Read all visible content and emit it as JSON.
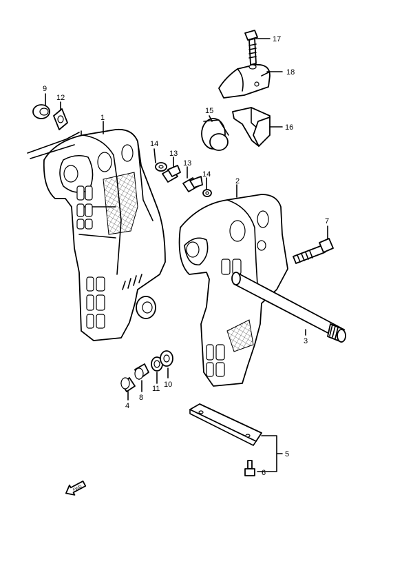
{
  "diagram": {
    "labels": {
      "p1": "1",
      "p2": "2",
      "p3": "3",
      "p4": "4",
      "p5": "5",
      "p6": "6",
      "p7": "7",
      "p8": "8",
      "p9": "9",
      "p10": "10",
      "p11": "11",
      "p12": "12",
      "p13a": "13",
      "p13b": "13",
      "p14a": "14",
      "p14b": "14",
      "p15": "15",
      "p16": "16",
      "p17": "17",
      "p18": "18"
    },
    "fwd_arrow": {
      "text": "FWD"
    }
  }
}
